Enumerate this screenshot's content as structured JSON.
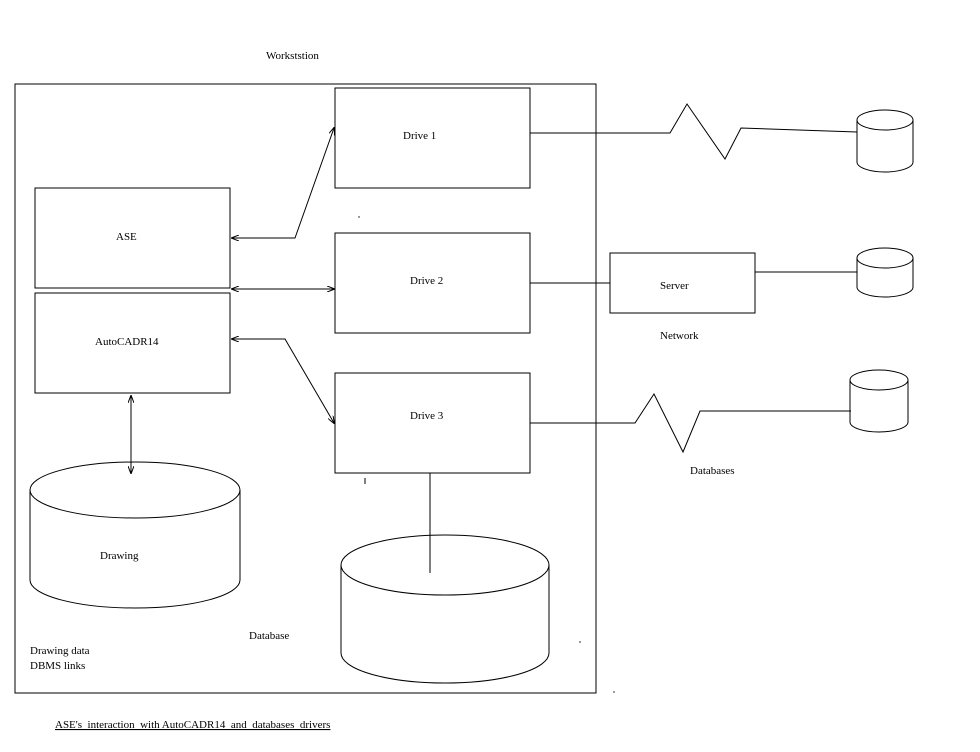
{
  "title": "Workststion",
  "components": {
    "ase": "ASE",
    "autocad": "AutoCADR14",
    "drive1": "Drive 1",
    "drive2": "Drive 2",
    "drive3": "Drive 3",
    "server": "Server",
    "drawing": "Drawing"
  },
  "labels": {
    "network": "Network",
    "databases": "Databases",
    "database": "Database",
    "drawing_data": "Drawing data",
    "dbms_links": "DBMS links"
  },
  "caption": "ASE's  interaction  with AutoCADR14  and  databases  drivers"
}
